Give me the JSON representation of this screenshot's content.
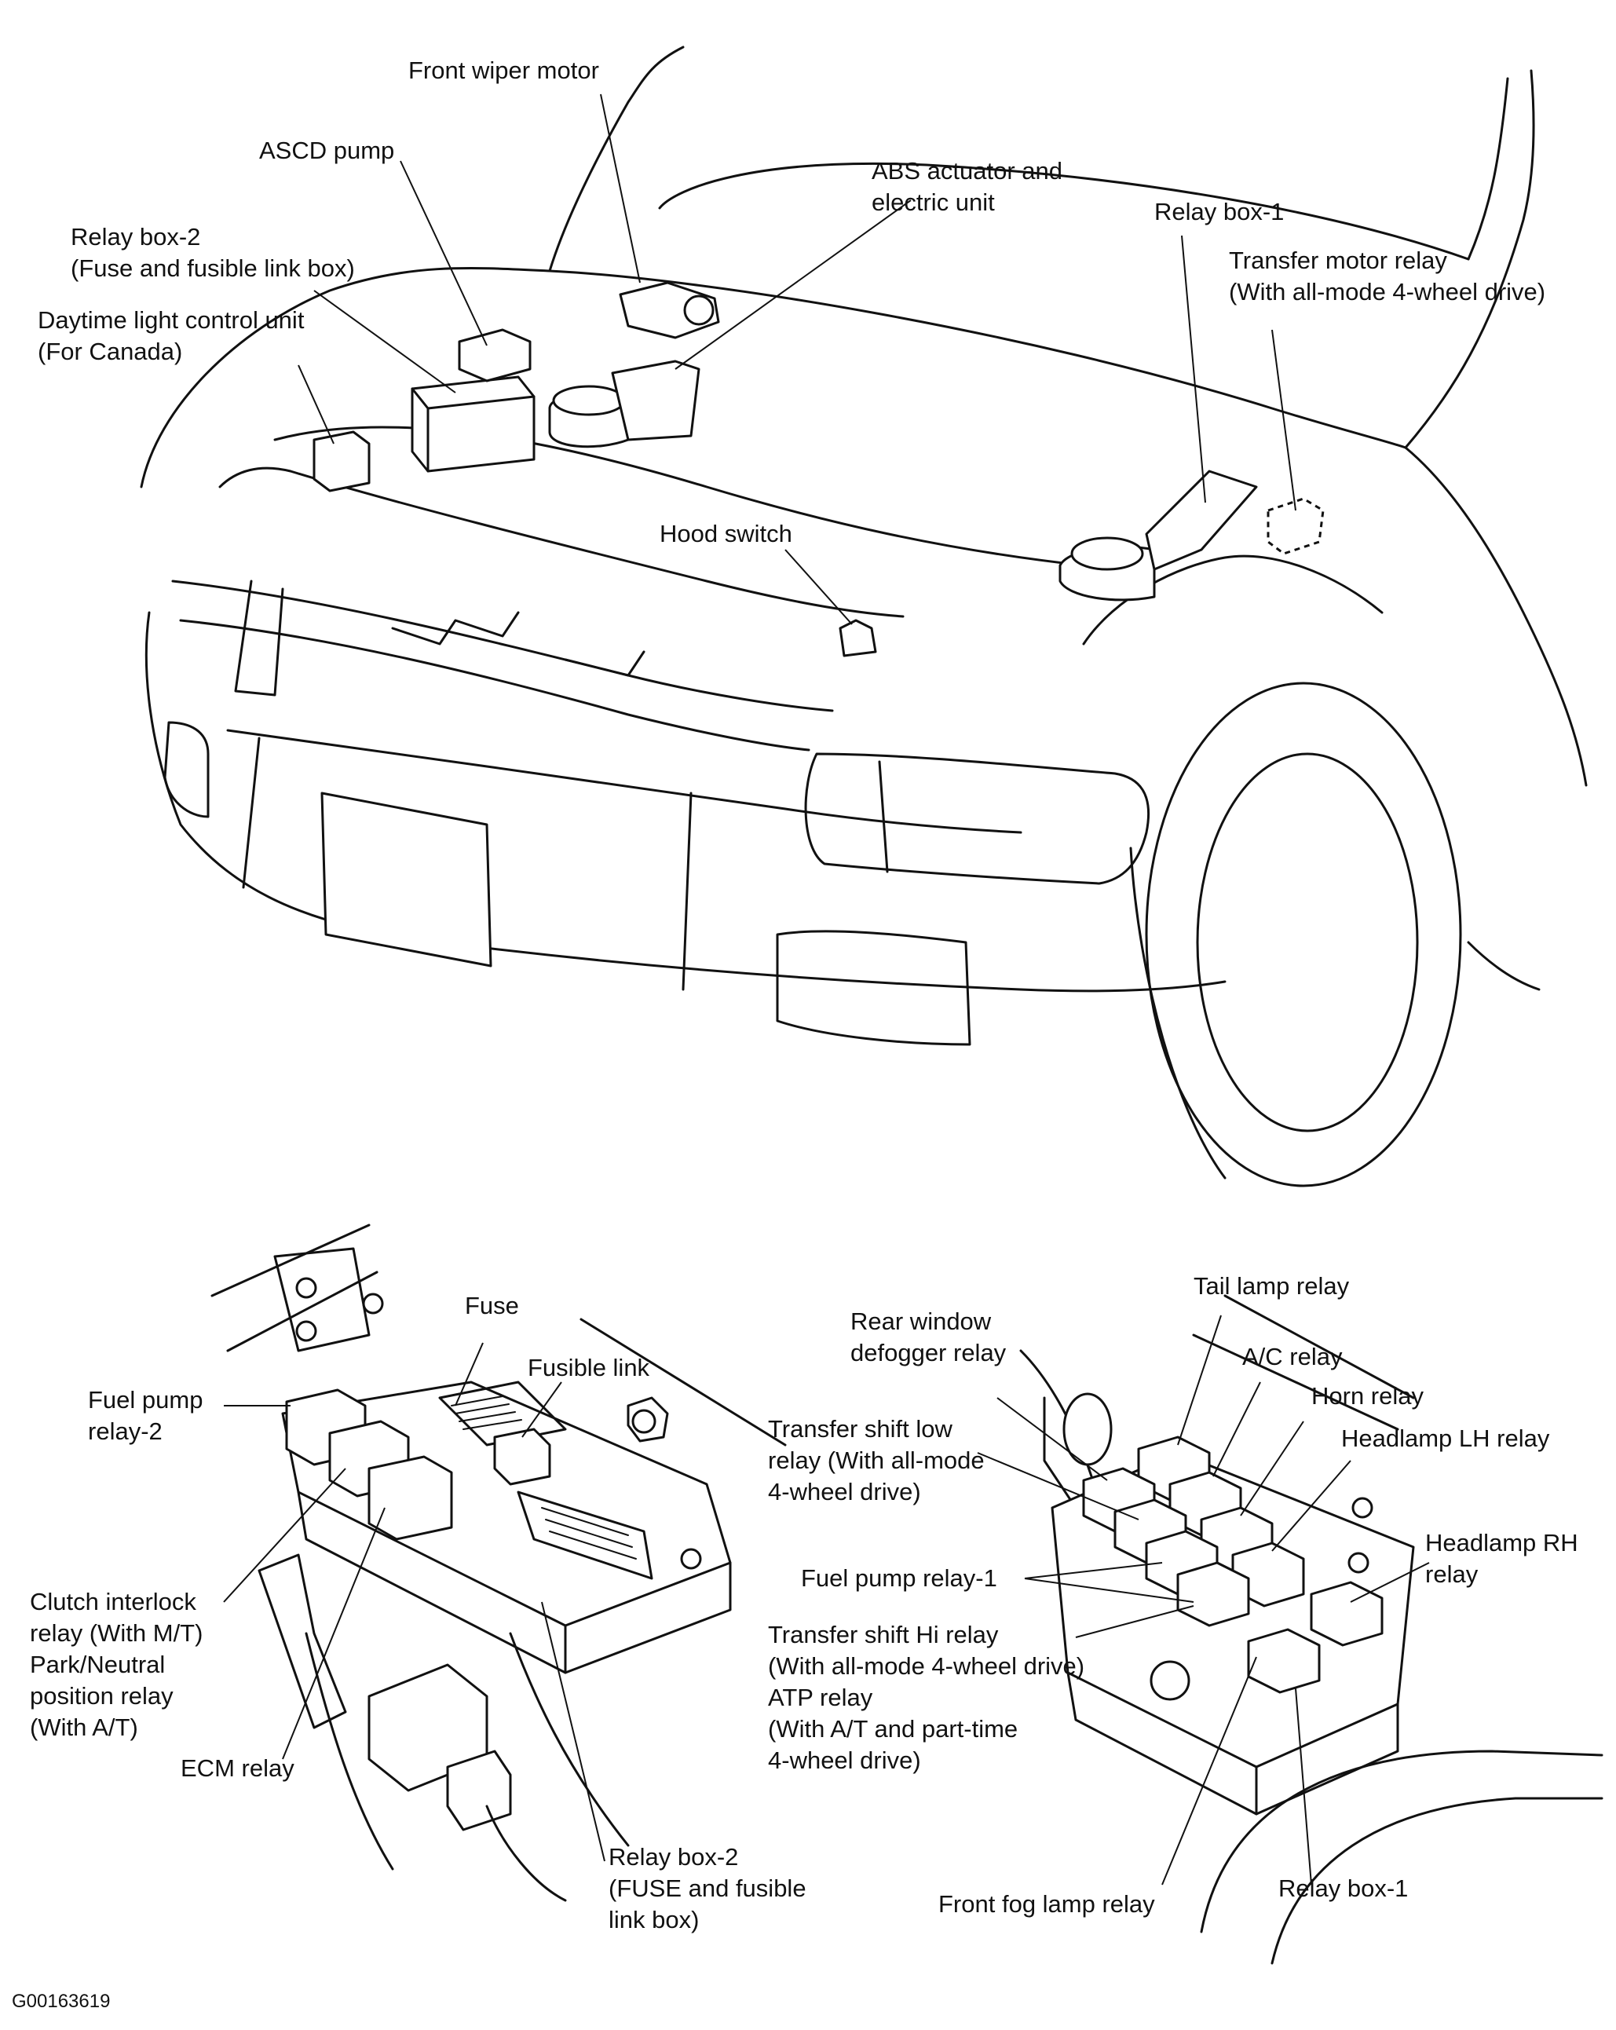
{
  "figure_id": "G00163619",
  "vehicle_labels": {
    "front_wiper_motor": "Front wiper motor",
    "ascd_pump": "ASCD pump",
    "abs_actuator": [
      "ABS actuator and",
      "electric unit"
    ],
    "relay_box_2": [
      "Relay box-2",
      "(Fuse and fusible link box)"
    ],
    "daytime_light": [
      "Daytime light control unit",
      "(For Canada)"
    ],
    "relay_box_1": "Relay box-1",
    "transfer_motor_relay": [
      "Transfer motor relay",
      "(With all-mode 4-wheel drive)"
    ],
    "hood_switch": "Hood switch"
  },
  "left_box_labels": {
    "fuse": "Fuse",
    "fusible_link": "Fusible link",
    "fuel_pump_relay_2": [
      "Fuel pump",
      "relay-2"
    ],
    "clutch_interlock": [
      "Clutch interlock",
      "relay (With M/T)",
      "Park/Neutral",
      "position relay",
      "(With A/T)"
    ],
    "ecm_relay": "ECM relay",
    "relay_box_2_bottom": [
      "Relay box-2",
      "(FUSE and fusible",
      "link box)"
    ]
  },
  "right_box_labels": {
    "tail_lamp_relay": "Tail lamp relay",
    "rear_window_defogger": [
      "Rear window",
      "defogger relay"
    ],
    "ac_relay": "A/C relay",
    "horn_relay": "Horn relay",
    "headlamp_lh": "Headlamp LH relay",
    "transfer_shift_low": [
      "Transfer shift low",
      "relay (With all-mode",
      "4-wheel drive)"
    ],
    "headlamp_rh": [
      "Headlamp RH",
      "relay"
    ],
    "fuel_pump_relay_1": "Fuel pump relay-1",
    "transfer_shift_hi": [
      "Transfer shift Hi relay",
      "(With all-mode 4-wheel drive)",
      "ATP relay",
      "(With A/T and part-time",
      "4-wheel drive)"
    ],
    "front_fog_lamp": "Front fog lamp relay",
    "relay_box_1_bottom": "Relay box-1"
  }
}
